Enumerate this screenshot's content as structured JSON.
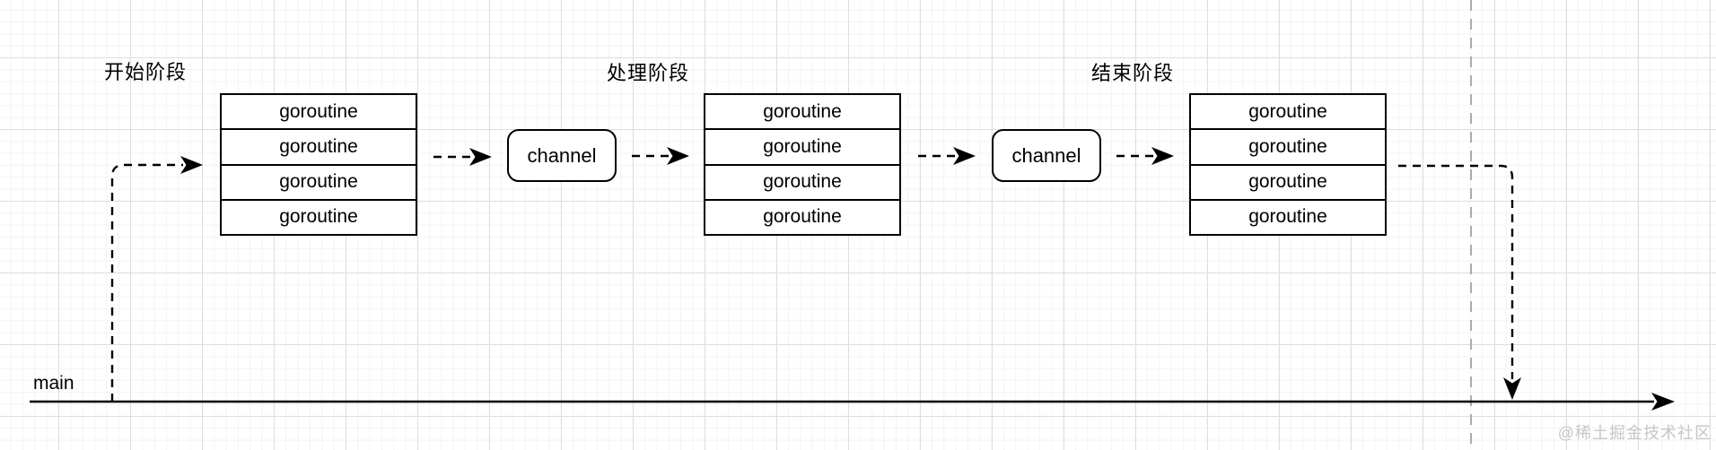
{
  "diagram": {
    "stages": [
      {
        "label": "开始阶段"
      },
      {
        "label": "处理阶段"
      },
      {
        "label": "结束阶段"
      }
    ],
    "stacks": [
      {
        "boxes": [
          "goroutine",
          "goroutine",
          "goroutine",
          "goroutine"
        ]
      },
      {
        "boxes": [
          "goroutine",
          "goroutine",
          "goroutine",
          "goroutine"
        ]
      },
      {
        "boxes": [
          "goroutine",
          "goroutine",
          "goroutine",
          "goroutine"
        ]
      }
    ],
    "channels": [
      {
        "label": "channel"
      },
      {
        "label": "channel"
      }
    ],
    "main_label": "main",
    "watermark": "@稀土掘金技术社区",
    "colors": {
      "stroke": "#000000",
      "grid_minor": "#f3f3f3",
      "grid_major": "#dedede",
      "page_boundary": "#ababab",
      "watermark": "#c7c7c7"
    }
  }
}
